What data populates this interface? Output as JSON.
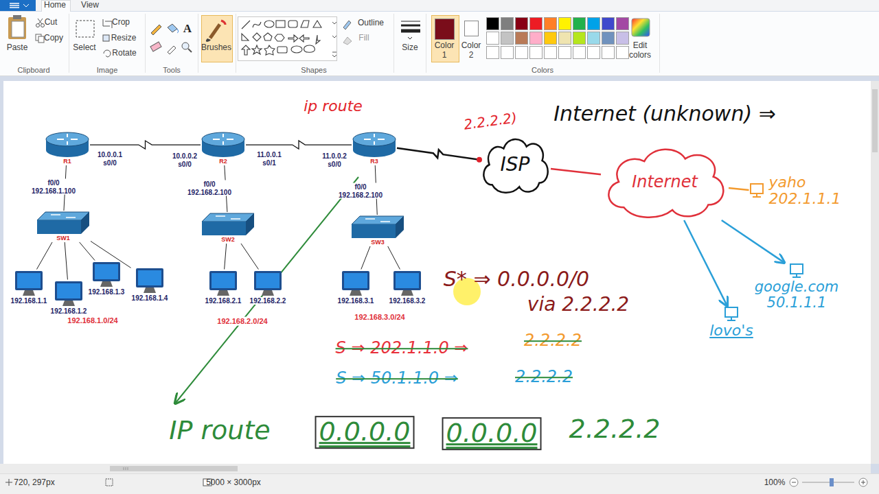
{
  "diagram": {
    "nodes": [
      {
        "text": [
          "R1"
        ]
      },
      {
        "text": [
          "R2"
        ]
      },
      {
        "text": [
          "R3"
        ]
      },
      {
        "text": [
          "SW1"
        ]
      },
      {
        "text": [
          "SW2"
        ]
      },
      {
        "text": [
          "SW3"
        ]
      },
      {
        "text": [
          "192.168.1.1"
        ]
      },
      {
        "text": [
          "192.168.1.2"
        ]
      },
      {
        "text": [
          "192.168.1.3"
        ]
      },
      {
        "text": [
          "192.168.1.4"
        ]
      },
      {
        "text": [
          "192.168.2.1"
        ]
      },
      {
        "text": [
          "192.168.2.2"
        ]
      },
      {
        "text": [
          "192.168.3.1"
        ]
      },
      {
        "text": [
          "192.168.3.2"
        ]
      },
      {
        "text": [
          "ISP"
        ]
      },
      {
        "text": [
          "Internet"
        ]
      },
      {
        "text": [
          "yaho",
          "202.1.1.1"
        ]
      },
      {
        "text": [
          "google.com",
          "50.1.1.1"
        ]
      },
      {
        "text": [
          "lovo's"
        ]
      }
    ],
    "edges": [
      {
        "from": 0,
        "to": 1,
        "arrow": "none"
      },
      {
        "from": 1,
        "to": 2,
        "arrow": "none"
      },
      {
        "from": 2,
        "to": 14,
        "arrow": "none"
      },
      {
        "from": 14,
        "to": 15,
        "arrow": "none"
      },
      {
        "from": 15,
        "to": 16,
        "arrow": "none"
      },
      {
        "from": 15,
        "to": 17,
        "arrow": "to"
      },
      {
        "from": 15,
        "to": 18,
        "arrow": "to"
      },
      {
        "from": 0,
        "to": 3,
        "arrow": "none"
      },
      {
        "from": 3,
        "to": 6,
        "arrow": "none"
      },
      {
        "from": 3,
        "to": 7,
        "arrow": "none"
      },
      {
        "from": 3,
        "to": 8,
        "arrow": "none"
      },
      {
        "from": 3,
        "to": 9,
        "arrow": "none"
      },
      {
        "from": 1,
        "to": 4,
        "arrow": "none"
      },
      {
        "from": 4,
        "to": 10,
        "arrow": "none"
      },
      {
        "from": 4,
        "to": 11,
        "arrow": "none"
      },
      {
        "from": 2,
        "to": 5,
        "arrow": "none"
      },
      {
        "from": 5,
        "to": 12,
        "arrow": "none"
      },
      {
        "from": 5,
        "to": 13,
        "arrow": "none"
      }
    ],
    "labels": [
      "Home",
      "View",
      "Paste",
      "Cut",
      "Copy",
      "Clipboard",
      "Select",
      "Crop",
      "Resize",
      "Rotate",
      "Image",
      "A",
      "Tools",
      "Brushes",
      "Outline",
      "Fill",
      "Shapes",
      "Size",
      "Color 1",
      "Color 2",
      "Colors",
      "Edit colors",
      "ip route",
      "2.2.2.2)",
      "Internet (unknown) ⇒",
      "10.0.0.1 s0/0",
      "10.0.0.2 s0/0",
      "11.0.0.1 s0/1",
      "11.0.0.2 s0/0",
      "f0/0 192.168.1.100",
      "f0/0 192.168.2.100",
      "f0/0 192.168.2.100",
      "192.168.1.0/24",
      "192.168.2.0/24",
      "192.168.3.0/24",
      "S* ⇒ 0.0.0.0/0",
      "via 2.2.2.2",
      "S ⇒ 202.1.1.0 ⇒",
      "2.2.2.2",
      "S ⇒ 50.1.1.0 ⇒",
      "2.2.2.2",
      "IP route",
      "0.0.0.0",
      "0.0.0.0",
      "2.2.2.2",
      "720, 297px",
      "5000 × 3000px",
      "100%"
    ]
  }
}
